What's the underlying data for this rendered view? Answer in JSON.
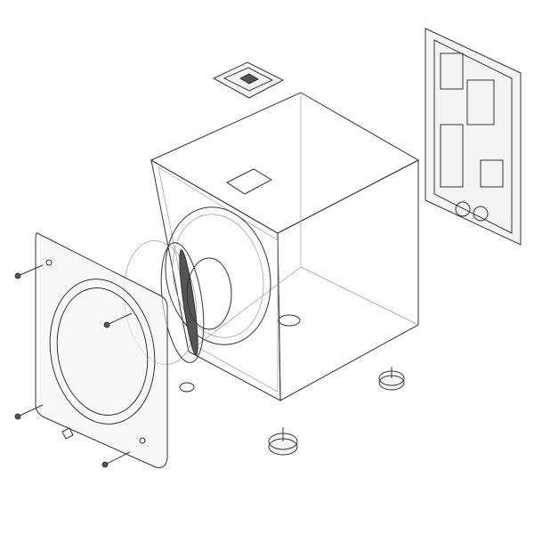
{
  "colors": {
    "line": "#333333",
    "light_line": "#999999",
    "background": "#ffffff"
  },
  "parts": [
    "cabinet",
    "top-panel",
    "plate-amplifier",
    "driver",
    "front-bezel",
    "screws",
    "feet"
  ]
}
